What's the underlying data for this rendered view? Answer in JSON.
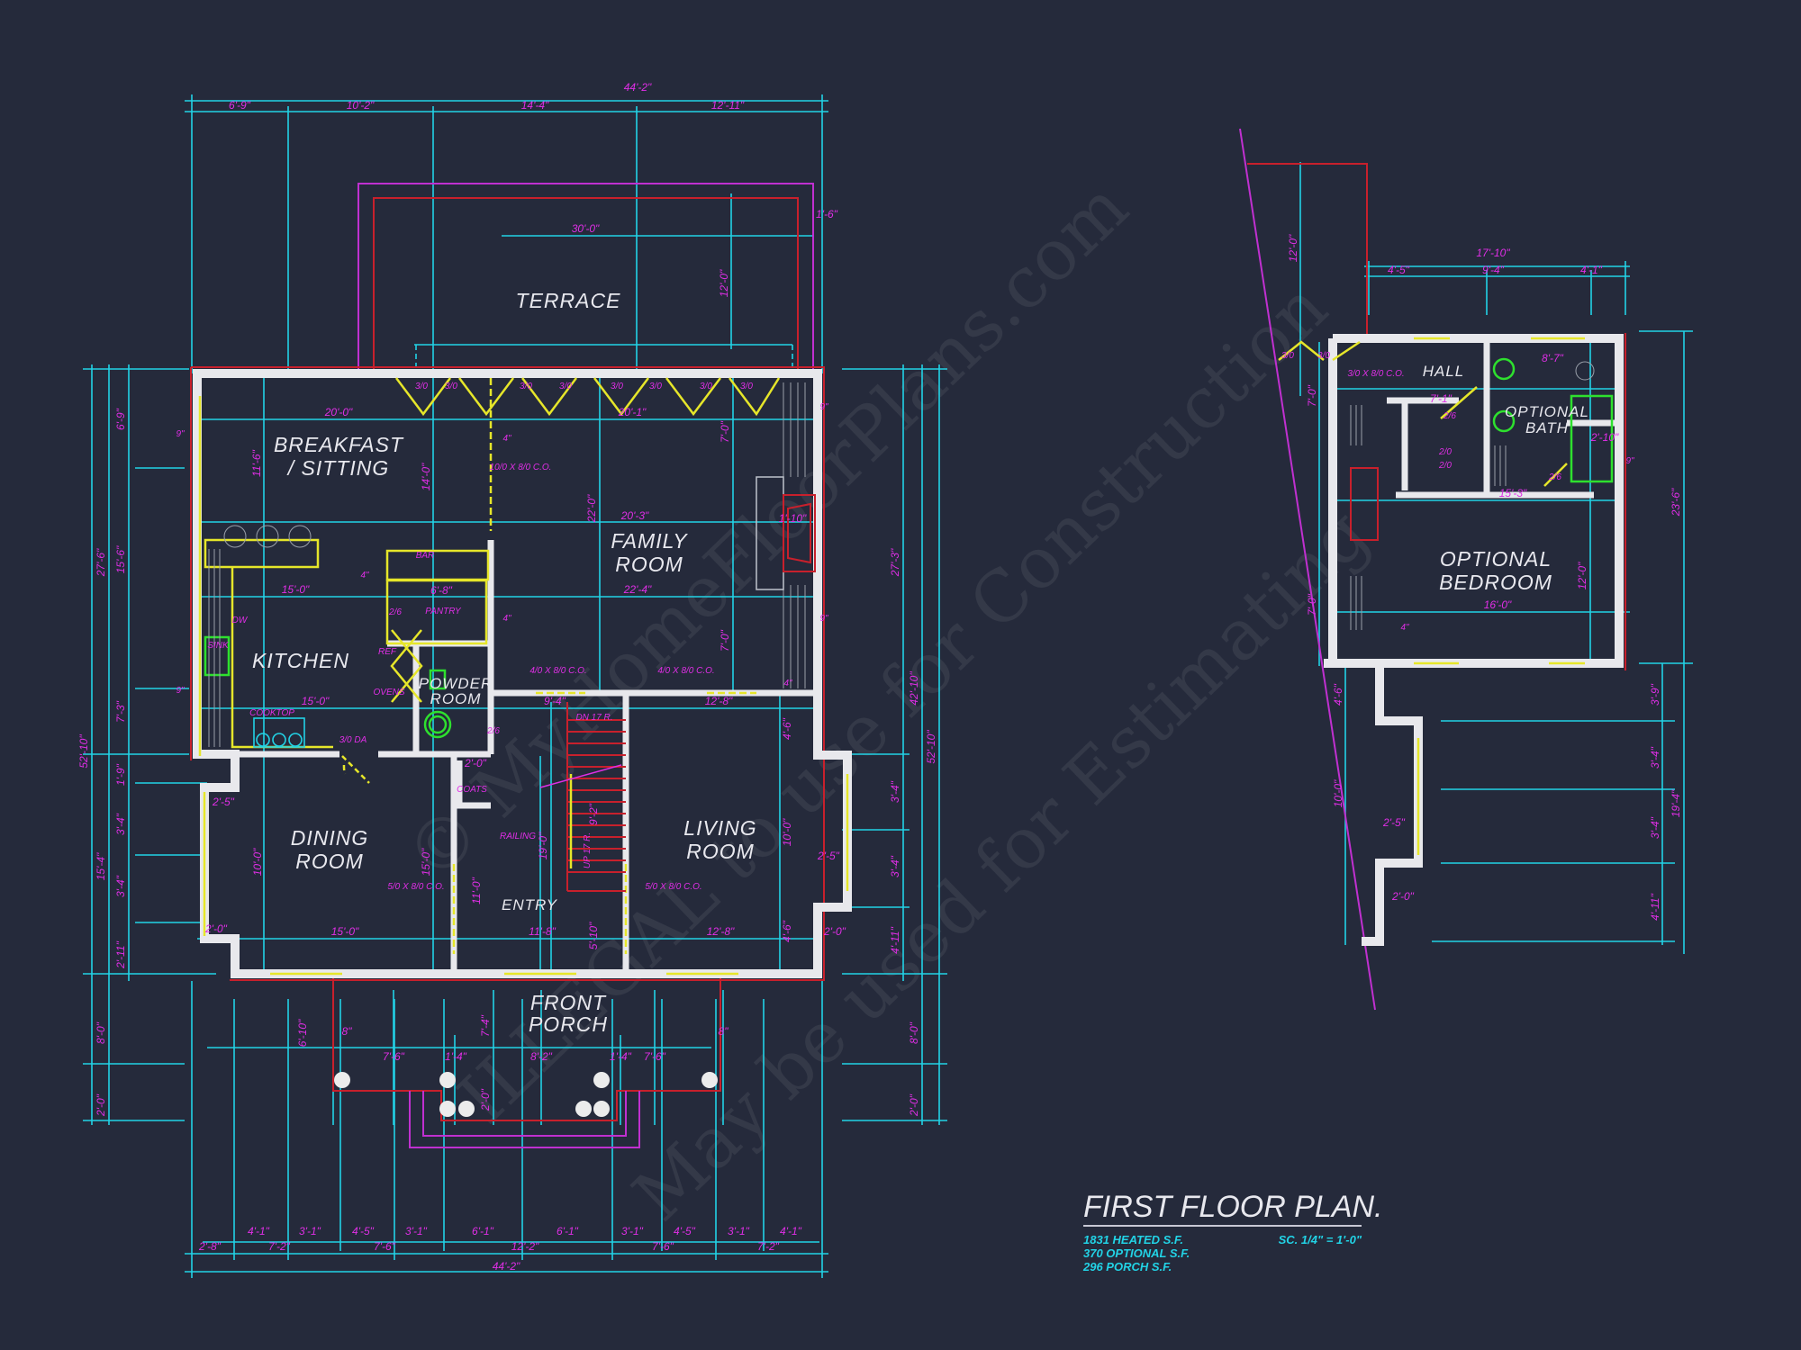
{
  "colors": {
    "background": "#252a3b",
    "dimension_lines": "#22d3e6",
    "dimension_text": "#e02ee6",
    "walls": "#e8e8ec",
    "outline_red": "#c8202c",
    "outline_magenta": "#c030d0",
    "windows_doors": "#e6e62a",
    "fixtures": "#2ee02e"
  },
  "title": {
    "heading": "FIRST FLOOR PLAN.",
    "stats": [
      "1831 HEATED S.F.",
      "370 OPTIONAL S.F.",
      "296 PORCH S.F."
    ],
    "scale": "SC. 1/4\" = 1'-0\""
  },
  "rooms": {
    "terrace": "TERRACE",
    "breakfast": [
      "BREAKFAST",
      "/ SITTING"
    ],
    "kitchen": "KITCHEN",
    "powder": [
      "POWDER",
      "ROOM"
    ],
    "family": [
      "FAMILY",
      "ROOM"
    ],
    "dining": [
      "DINING",
      "ROOM"
    ],
    "entry": "ENTRY",
    "living": [
      "LIVING",
      "ROOM"
    ],
    "porch": [
      "FRONT",
      "PORCH"
    ],
    "hall": "HALL",
    "bath": [
      "OPTIONAL",
      "BATH"
    ],
    "bedroom": [
      "OPTIONAL",
      "BEDROOM"
    ]
  },
  "dimensions": [
    "44'-2\"",
    "6'-9\"",
    "10'-2\"",
    "14'-4\"",
    "12'-11\"",
    "30'-0\"",
    "12'-0\"",
    "1'-6\"",
    "20'-0\"",
    "11'-6\"",
    "14'-0\"",
    "15'-0\"",
    "15'-0\"",
    "6'-8\"",
    "20'-1\"",
    "22'-0\"",
    "20'-3\"",
    "22'-4\"",
    "7'-0\"",
    "7'-0\"",
    "1'-10\"",
    "9'-4\"",
    "12'-8\"",
    "12'-8\"",
    "10'-0\"",
    "4'-6\"",
    "4'-6\"",
    "2'-5\"",
    "2'-0\"",
    "15'-0\"",
    "10'-0\"",
    "15'-0\"",
    "2'-5\"",
    "2'-0\"",
    "11'-8\"",
    "11'-0\"",
    "19'-0\"",
    "5'-10\"",
    "9'-2\"",
    "2'-0\"",
    "6'-10\"",
    "7'-4\"",
    "7'-6\"",
    "1'-4\"",
    "8'-2\"",
    "1'-4\"",
    "7'-6\"",
    "8\"",
    "8\"",
    "2'-0\"",
    "4'-1\"",
    "3'-1\"",
    "4'-5\"",
    "3'-1\"",
    "6'-1\"",
    "6'-1\"",
    "3'-1\"",
    "4'-5\"",
    "3'-1\"",
    "4'-1\"",
    "2'-8\"",
    "7'-2\"",
    "7'-6\"",
    "12'-2\"",
    "7'-6\"",
    "7'-2\"",
    "44'-2\"",
    "52'-10\"",
    "27'-6\"",
    "15'-4\"",
    "8'-0\"",
    "2'-0\"",
    "6'-9\"",
    "15'-6\"",
    "7'-3\"",
    "1'-9\"",
    "3'-4\"",
    "3'-4\"",
    "2'-11\"",
    "27'-3\"",
    "3'-4\"",
    "3'-4\"",
    "4'-11\"",
    "42'-10\"",
    "8'-0\"",
    "2'-0\"",
    "52'-10\"",
    "17'-10\"",
    "4'-5\"",
    "9'-4\"",
    "4'-1\"",
    "12'-0\"",
    "7'-0\"",
    "7'-0\"",
    "4'-6\"",
    "10'-0\"",
    "23'-6\"",
    "19'-4\"",
    "3'-9\"",
    "3'-4\"",
    "3'-4\"",
    "4'-11\"",
    "7'-1\"",
    "8'-7\"",
    "15'-3\"",
    "16'-0\"",
    "12'-0\"",
    "2'-10\"",
    "2'-5\"",
    "2'-0\""
  ],
  "notes": [
    "3/0",
    "10/0 X 8/0 C.O.",
    "4/0 X 8/0 C.O.",
    "5/0 X 8/0 C.O.",
    "3/0 DA",
    "2/6",
    "DW",
    "SINK",
    "COOKTOP",
    "REF",
    "OVENS",
    "BAR",
    "PANTRY",
    "COATS",
    "RAILING",
    "DN 17 R.",
    "UP 17 R.",
    "3/0 X 8/0 C.O.",
    "4\"",
    "9\"",
    "2/0"
  ],
  "watermark": [
    "© MyHomeFloorPlans.com",
    "ILLEGAL to use for Construction",
    "May be used for Estimating"
  ]
}
